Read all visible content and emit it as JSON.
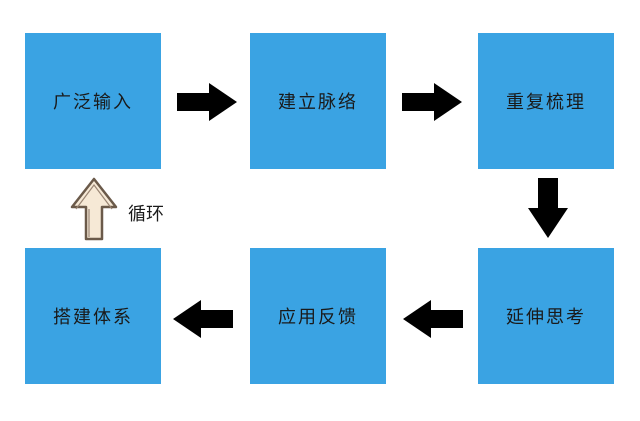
{
  "diagram": {
    "steps": [
      {
        "label": "广泛输入"
      },
      {
        "label": "建立脉络"
      },
      {
        "label": "重复梳理"
      },
      {
        "label": "延伸思考"
      },
      {
        "label": "应用反馈"
      },
      {
        "label": "搭建体系"
      }
    ],
    "loop_label": "循环",
    "colors": {
      "box_fill": "#3aa3e3",
      "arrow": "#000000",
      "loop_arrow_outline": "#6b5a4a",
      "loop_arrow_fill": "#f6e9d6"
    }
  }
}
